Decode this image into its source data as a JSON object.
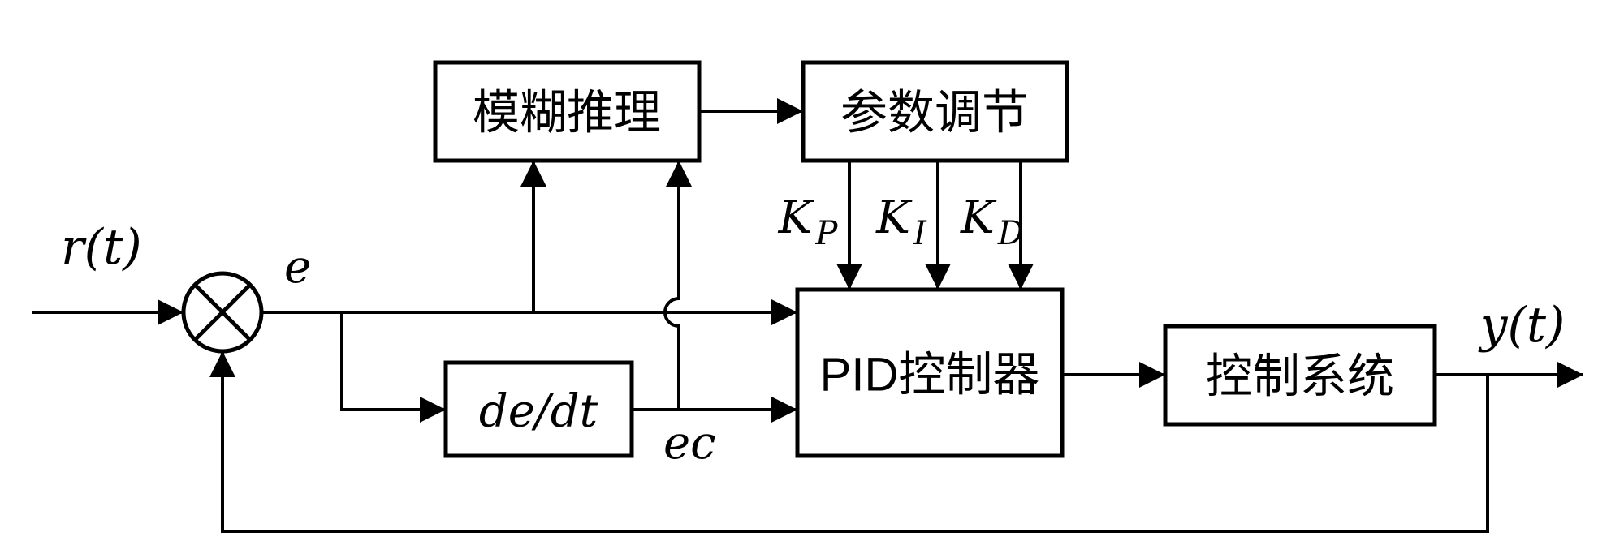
{
  "diagram": {
    "blocks": {
      "fuzzy_inference": {
        "label": "模糊推理"
      },
      "parameter_adjust": {
        "label": "参数调节"
      },
      "pid_controller": {
        "label": "PID控制器"
      },
      "derivative": {
        "label": "de/dt"
      },
      "control_system": {
        "label": "控制系统"
      }
    },
    "signals": {
      "reference_input": "r(t)",
      "error": "e",
      "error_change": "ec",
      "output": "y(t)"
    },
    "gains": {
      "kp": {
        "base": "K",
        "sub": "P"
      },
      "ki": {
        "base": "K",
        "sub": "I"
      },
      "kd": {
        "base": "K",
        "sub": "D"
      }
    },
    "style": {
      "line_color": "#000000",
      "background": "#ffffff"
    }
  }
}
